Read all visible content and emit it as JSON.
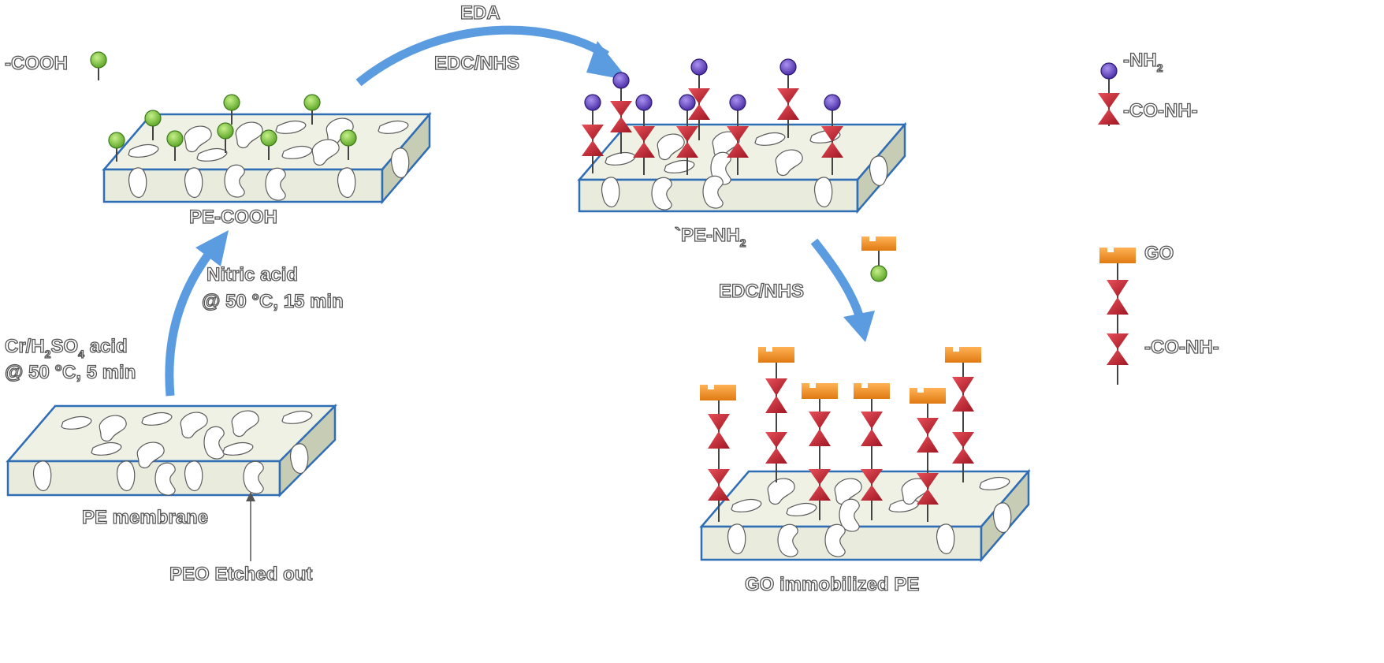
{
  "labels": {
    "pe_membrane": "PE membrane",
    "peo_etched": "PEO Etched out",
    "step1_line1": "Cr/H",
    "step1_sub1": "2",
    "step1_mid": "SO",
    "step1_sub2": "4",
    "step1_end": " acid",
    "step1_line2": "@ 50 °C, 5 min",
    "step2_line1": "Nitric acid",
    "step2_line2": "@ 50 °C, 15 min",
    "pe_cooh": "PE-COOH",
    "eda": "EDA",
    "edc_nhs_top": "EDC/NHS",
    "pe_nh2_main": "`PE-NH",
    "pe_nh2_sub": "2",
    "edc_nhs_right": "EDC/NHS",
    "go_immobilized": "GO immobilized PE",
    "legend_cooh": "-COOH",
    "legend_nh2_main": "-NH",
    "legend_nh2_sub": "2",
    "legend_conh_1": "-CO-NH-",
    "legend_go": "GO",
    "legend_conh_2": "-CO-NH-"
  },
  "colors": {
    "membrane_top": "#eef1e4",
    "membrane_front": "#e9ecdd",
    "membrane_side": "#c7cdb5",
    "membrane_border": "#2f6db5",
    "arrow": "#5b9be0",
    "cooh_ball": "#8fd14f",
    "nh2_ball": "#7b5fd0",
    "amide": "#cf2d3a",
    "go": "#f39325"
  },
  "icons": [
    "cooh-group-icon",
    "nh2-group-icon",
    "amide-linker-icon",
    "go-sheet-icon",
    "pore-icon",
    "arrow-icon"
  ]
}
